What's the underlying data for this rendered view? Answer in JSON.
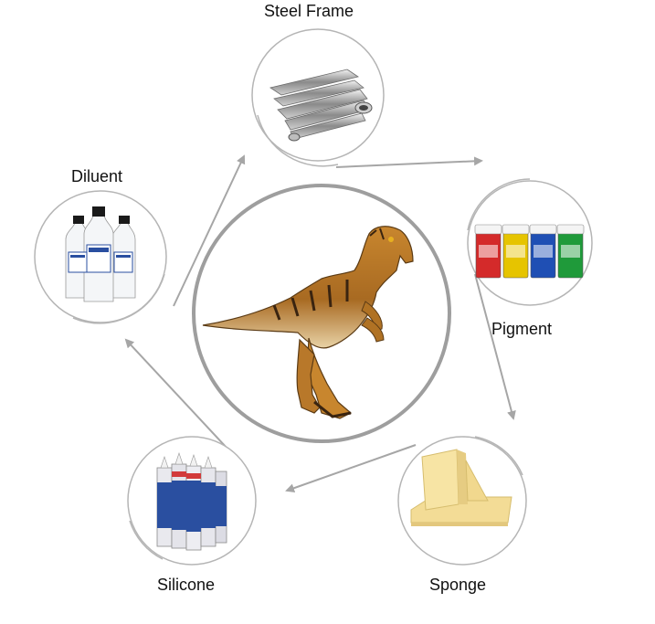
{
  "diagram": {
    "center": {
      "subject": "dinosaur-costume",
      "ring_color": "#9e9e9e"
    },
    "materials": [
      {
        "id": "steel-frame",
        "label": "Steel Frame",
        "icon": "steel-pipes-icon"
      },
      {
        "id": "pigment",
        "label": "Pigment",
        "icon": "paint-jars-icon",
        "colors": [
          "#d42a2a",
          "#e6c400",
          "#1f4fb4",
          "#1f9a3a"
        ]
      },
      {
        "id": "sponge",
        "label": "Sponge",
        "icon": "sponge-block-icon",
        "color": "#f3dc96"
      },
      {
        "id": "silicone",
        "label": "Silicone",
        "icon": "silicone-tubes-icon"
      },
      {
        "id": "diluent",
        "label": "Diluent",
        "icon": "diluent-bottles-icon"
      }
    ],
    "arrow_color": "#a6a6a6",
    "circle_stroke": "#b5b5b5"
  }
}
